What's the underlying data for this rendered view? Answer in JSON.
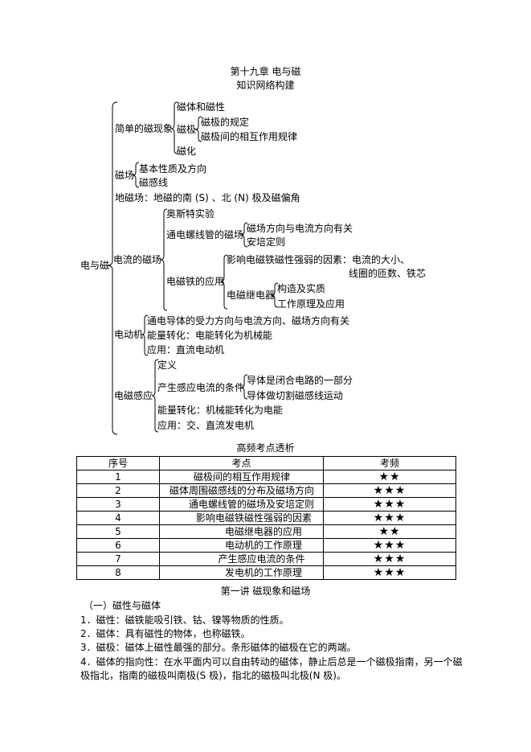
{
  "header": {
    "chapter_title": "第十九章  电与磁",
    "subtitle": "知识网络构建"
  },
  "tree": {
    "root": "电与磁",
    "simple": {
      "label": "简单的磁现象",
      "magnetism": "磁体和磁性",
      "poles": "磁极",
      "poles_rule": "磁极的规定",
      "poles_law": "磁极间的相互作用规律",
      "magnetize": "磁化"
    },
    "field": {
      "label": "磁场",
      "nature": "基本性质及方向",
      "lines": "磁感线"
    },
    "earth_field": "地磁场：地磁的南 (S) 、北 (N) 极及磁偏角",
    "current_field": {
      "label": "电流的磁场",
      "oersted": "奥斯特实验",
      "solenoid": "通电螺线管的磁场",
      "solenoid_dir": "磁场方向与电流方向有关",
      "ampere_rule": "安培定则",
      "electromagnet": "电磁铁的应用",
      "factors": "影响电磁铁磁性强弱的因素：电流的大小、",
      "factors_2": "线圈的匝数、铁芯",
      "relay": "电磁继电器",
      "relay_structure": "构造及实质",
      "relay_principle": "工作原理及应用"
    },
    "motor": {
      "label": "电动机",
      "force": "通电导体的受力方向与电流方向、磁场方向有关",
      "energy": "能量转化：电能转化为机械能",
      "app": "应用：直流电动机"
    },
    "induction": {
      "label": "电磁感应",
      "definition": "定义",
      "condition": "产生感应电流的条件",
      "cond_1": "导体是闭合电路的一部分",
      "cond_2": "导体做切割磁感线运动",
      "energy": "能量转化：机械能转化为电能",
      "app": "应用：交、直流发电机"
    }
  },
  "table": {
    "caption": "高频考点透析",
    "headers": [
      "序号",
      "考点",
      "考频"
    ],
    "rows": [
      {
        "no": "1",
        "point": "磁极间的相互作用规律",
        "freq": "★★",
        "indent": 0
      },
      {
        "no": "2",
        "point": "磁体周围磁感线的分布及磁场方向",
        "freq": "★★★",
        "indent": 0
      },
      {
        "no": "3",
        "point": "通电螺线管的磁场及安培定则",
        "freq": "★★★",
        "indent": 1
      },
      {
        "no": "4",
        "point": "影响电磁铁磁性强弱的因素",
        "freq": "★★★",
        "indent": 2
      },
      {
        "no": "5",
        "point": "电磁继电器的应用",
        "freq": "★★",
        "indent": 3
      },
      {
        "no": "6",
        "point": "电动机的工作原理",
        "freq": "★★★",
        "indent": 3
      },
      {
        "no": "7",
        "point": "产生感应电流的条件",
        "freq": "★★★",
        "indent": 3
      },
      {
        "no": "8",
        "point": "发电机的工作原理",
        "freq": "★★★",
        "indent": 3
      }
    ]
  },
  "lecture": {
    "title": "第一讲    磁现象和磁场",
    "section": "（一）磁性与磁体",
    "p1": "1．磁性：磁铁能吸引铁、钴、镍等物质的性质。",
    "p2": "2．磁体：具有磁性的物体，也称磁铁。",
    "p3": "3．磁极：磁体上磁性最强的部分。条形磁体的磁极在它的两端。",
    "p4a": "4．磁体的指向性：在水平面内可以自由转动的磁体，静止后总是一个磁极指南，另一个磁",
    "p4b": "极指北，指南的磁极叫南极(S 极)，指北的磁极叫北极(N 极)。"
  }
}
